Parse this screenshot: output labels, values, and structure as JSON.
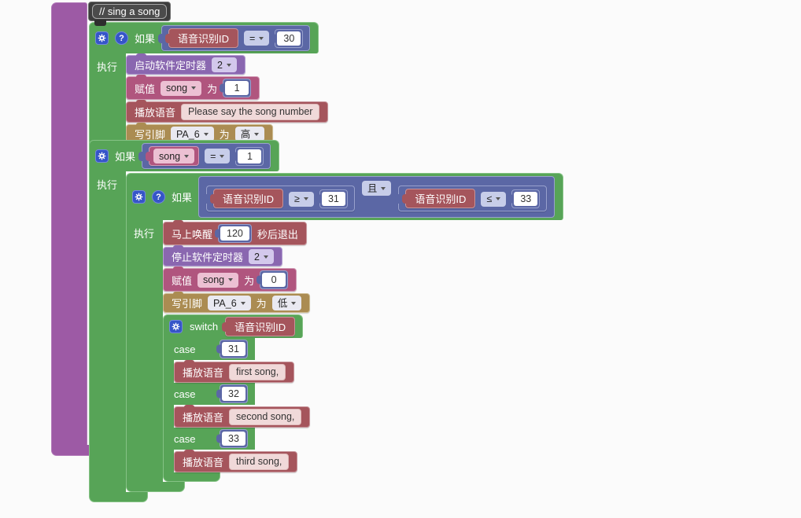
{
  "colors": {
    "container_purple": "#9d5aa5",
    "control_green": "#57a457",
    "logic_blue": "#5b67a5",
    "voice_red": "#a5555c",
    "timer_purple": "#8a67b0",
    "assign_rose": "#b0557e",
    "pin_tan": "#ab8c52",
    "icon_blue": "#3555c8",
    "comment_bg": "#3d3d3d"
  },
  "comment": {
    "text": "// sing a song"
  },
  "labels": {
    "if": "如果",
    "do": "执行",
    "case": "case",
    "help": "?"
  },
  "if1": {
    "cond": {
      "var": "语音识别ID",
      "op": "=",
      "value": "30"
    },
    "timer": {
      "label": "启动软件定时器",
      "value": "2"
    },
    "assign": {
      "label": "赋值",
      "var": "song",
      "to": "为",
      "value": "1"
    },
    "play": {
      "label": "播放语音",
      "text": "Please say the song number"
    },
    "pin": {
      "label": "写引脚",
      "pin": "PA_6",
      "to": "为",
      "level": "高"
    }
  },
  "if2": {
    "cond": {
      "var": "song",
      "op": "=",
      "value": "1"
    }
  },
  "if3": {
    "cond_left": {
      "var": "语音识别ID",
      "op": "≥",
      "value": "31"
    },
    "and_op": "且",
    "cond_right": {
      "var": "语音识别ID",
      "op": "≤",
      "value": "33"
    },
    "wake": {
      "label": "马上唤醒",
      "value": "120",
      "suffix": "秒后退出"
    },
    "timer_stop": {
      "label": "停止软件定时器",
      "value": "2"
    },
    "assign": {
      "label": "赋值",
      "var": "song",
      "to": "为",
      "value": "0"
    },
    "pin": {
      "label": "写引脚",
      "pin": "PA_6",
      "to": "为",
      "level": "低"
    },
    "switch": {
      "label": "switch",
      "var": "语音识别ID",
      "cases": [
        {
          "value": "31",
          "play": {
            "label": "播放语音",
            "text": "first song,"
          }
        },
        {
          "value": "32",
          "play": {
            "label": "播放语音",
            "text": "second song,"
          }
        },
        {
          "value": "33",
          "play": {
            "label": "播放语音",
            "text": "third song,"
          }
        }
      ]
    }
  }
}
